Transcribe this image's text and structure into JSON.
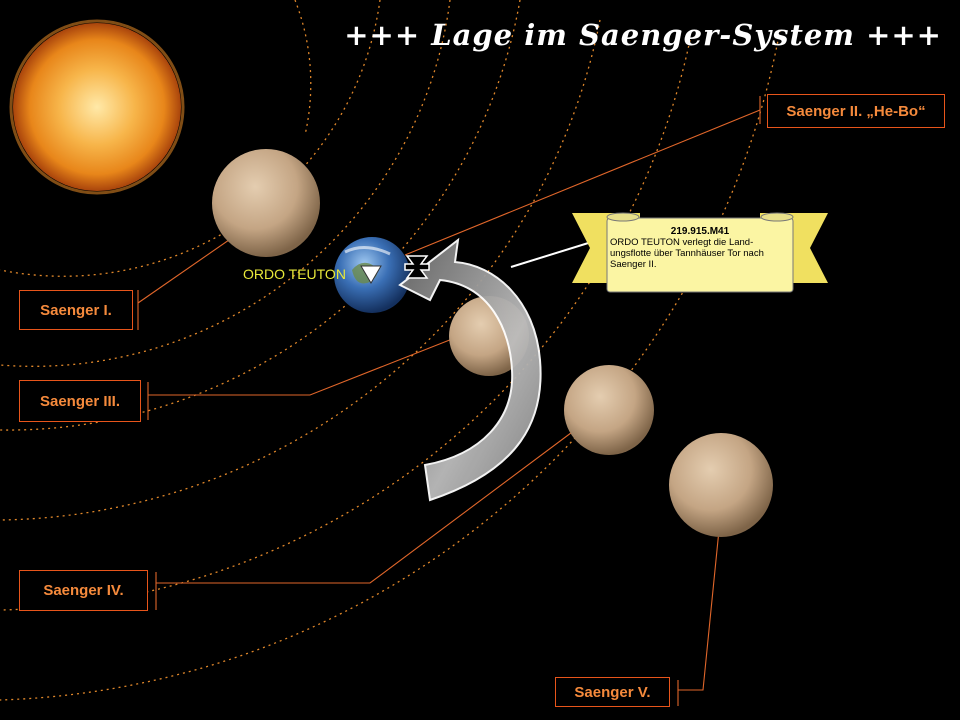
{
  "title": "+++ Lage im Saenger-System +++",
  "colors": {
    "orbit": "#e0872a",
    "label_border": "#e8551b",
    "label_text": "#f58a3c",
    "leader_line": "#e0662a",
    "ordo_label": "#e9e93a",
    "scroll_fill": "#fbf5a3",
    "banner_fill": "#f0e060"
  },
  "planets": {
    "saenger_1": "Saenger I.",
    "saenger_2": "Saenger II. „He-Bo“",
    "saenger_3": "Saenger III.",
    "saenger_4": "Saenger IV.",
    "saenger_5": "Saenger V."
  },
  "fleet": {
    "label": "ORDO TEUTON",
    "icon": "iron-cross-icon"
  },
  "note": {
    "date": "219.915.M41",
    "text": "ORDO TEUTON  verlegt die Land-ungsflotte  über Tannhäuser Tor nach Saenger II."
  }
}
